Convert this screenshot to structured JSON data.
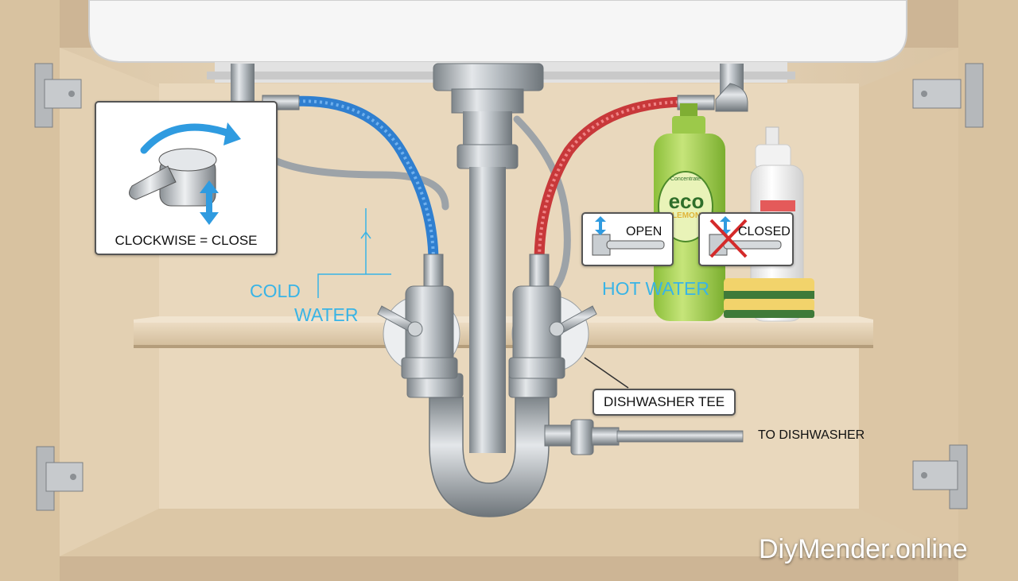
{
  "labels": {
    "callout_valve": "CLOCKWISE = CLOSE",
    "cold_line1": "COLD",
    "cold_line2": "WATER",
    "hot": "HOT WATER",
    "open": "OPEN",
    "closed": "CLOSED",
    "tee": "DISHWASHER TEE",
    "to_dishwasher": "TO DISHWASHER",
    "watermark": "DiyMender.online"
  },
  "products": {
    "green_bottle_brand": "eco",
    "green_bottle_subtext": "LEMON",
    "green_bottle_tag": "Concentrate"
  },
  "colors": {
    "cabinet_wood": "#e8d7bc",
    "cold_line": "#2f7fd0",
    "hot_line": "#c8383a",
    "annotation_blue": "#39b4e6",
    "chrome": "#b9bec3",
    "sink": "#f5f5f5"
  },
  "icons": [
    "hinge-icon",
    "rotate-arrow-icon",
    "up-down-arrow-icon",
    "red-x-icon"
  ]
}
